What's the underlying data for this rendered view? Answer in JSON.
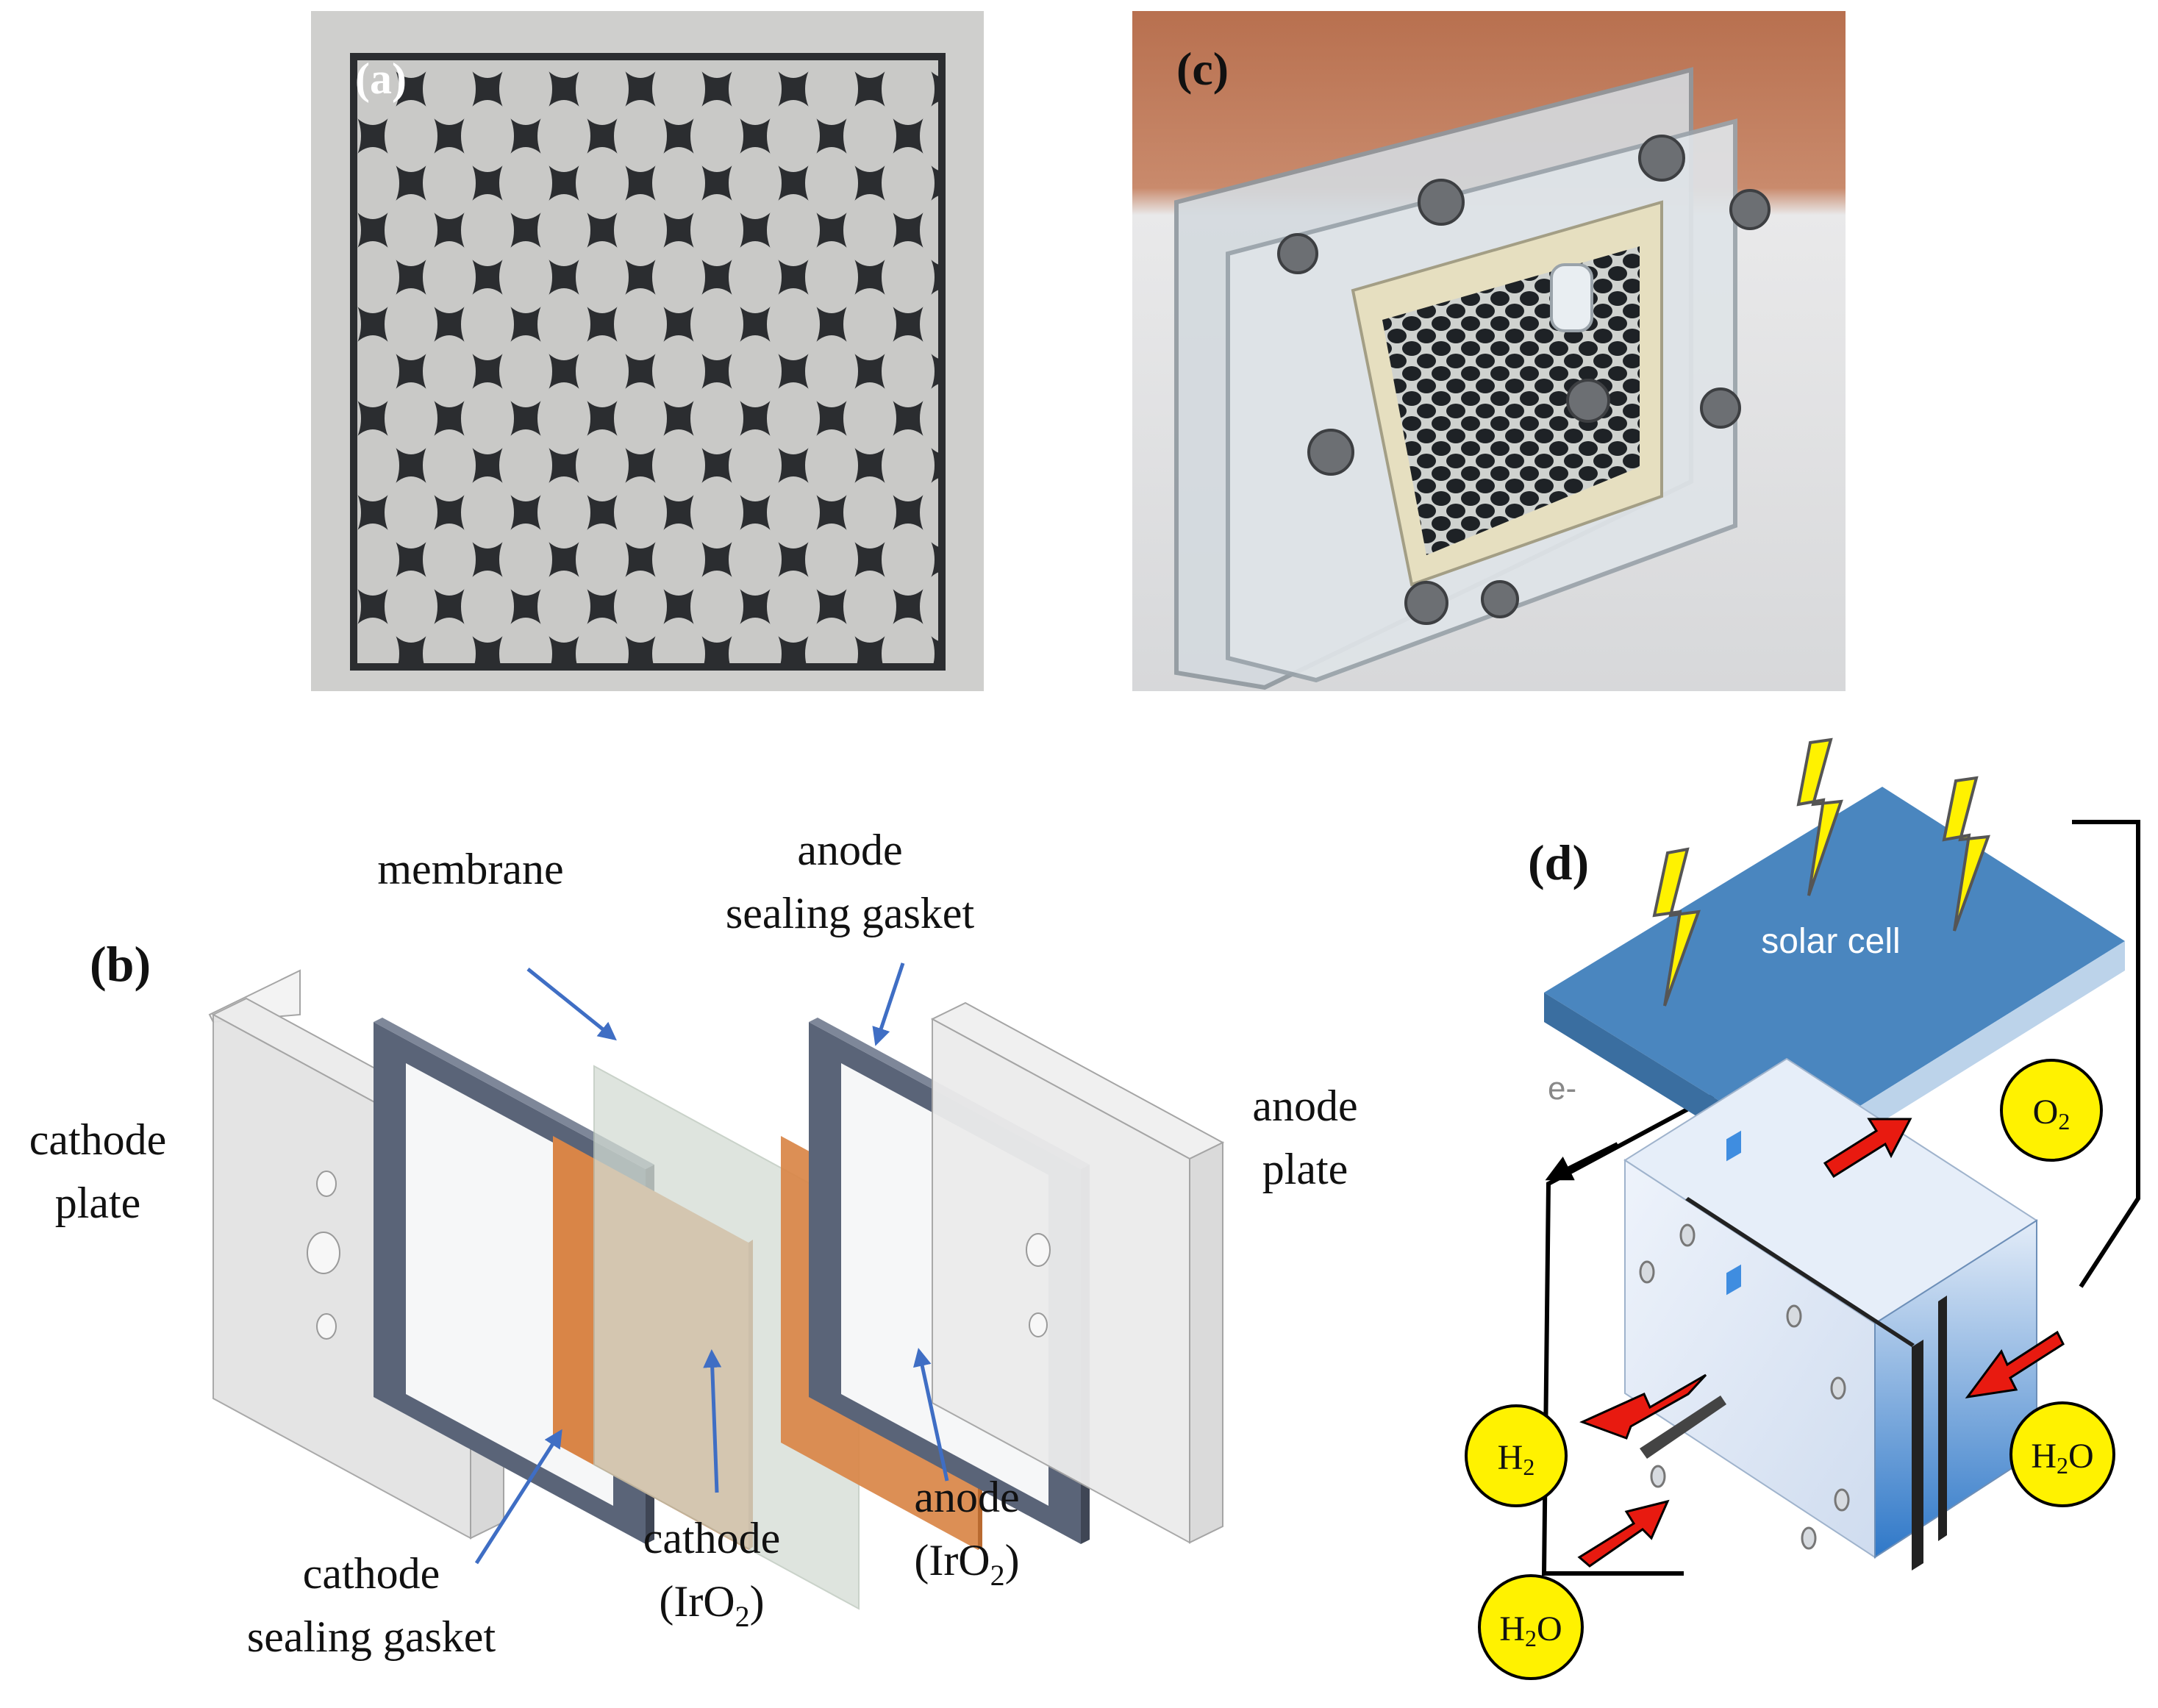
{
  "panels": {
    "a": {
      "label": "(a)"
    },
    "b": {
      "label": "(b)",
      "membrane": "membrane",
      "anode_gasket": [
        "anode",
        "sealing gasket"
      ],
      "cathode_plate": [
        "cathode",
        "plate"
      ],
      "anode_plate": [
        "anode",
        "plate"
      ],
      "cathode_gasket": [
        "cathode",
        "sealing gasket"
      ],
      "cathode": [
        "cathode",
        "(IrO",
        "2",
        ")"
      ],
      "anode": [
        "anode",
        "(IrO",
        "2",
        ")"
      ]
    },
    "c": {
      "label": "(c)"
    },
    "d": {
      "label": "(d)",
      "solar_cell": "solar cell",
      "electron": "e-",
      "o2": [
        "O",
        "2"
      ],
      "h2": [
        "H",
        "2"
      ],
      "h2o_right": [
        "H",
        "2",
        "O"
      ],
      "h2o_bottom": [
        "H",
        "2",
        "O"
      ]
    }
  },
  "colors": {
    "electrode": "#D98547",
    "gasket": "#5A6478",
    "arrow_blue": "#3F6EC4",
    "solar_blue": "#4A86BF",
    "bubble_yellow": "#FFF200",
    "flow_red": "#E81A10"
  }
}
